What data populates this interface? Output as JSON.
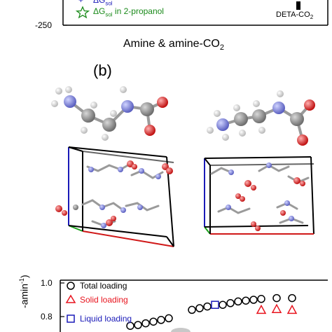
{
  "top_panel": {
    "ytick_bottom": "-250",
    "legend_partial_label": "ΔG",
    "legend_partial_sub": "sol",
    "legend_label_prefix": "ΔG",
    "legend_label_sub": "sol",
    "legend_label_suffix": " in 2-propanol",
    "bar_label_main": "DETA-CO",
    "bar_label_sub": "2",
    "xlabel_main": "Amine & amine-CO",
    "xlabel_sub": "2"
  },
  "middle_panel": {
    "panel_label": "(b)"
  },
  "bottom_panel": {
    "ylabel_visible": "-amin",
    "ylabel_sup": "-1",
    "ylabel_close": ")",
    "ytick_1": "1.0",
    "ytick_2": "0.8",
    "legend": [
      {
        "label": "Total loading",
        "color": "#000000",
        "marker": "circle"
      },
      {
        "label": "Solid loading",
        "color": "#e8141e",
        "marker": "triangle"
      },
      {
        "label": "Liquid loading",
        "color": "#1a1ab8",
        "marker": "square"
      }
    ]
  },
  "chart_data": {
    "type": "scatter",
    "ylim": [
      0.72,
      1.0
    ],
    "series": [
      {
        "name": "Total loading",
        "values": [
          [
            0.15,
            0.745
          ],
          [
            0.2,
            0.75
          ],
          [
            0.25,
            0.76
          ],
          [
            0.3,
            0.77
          ],
          [
            0.35,
            0.78
          ],
          [
            0.4,
            0.79
          ],
          [
            0.55,
            0.84
          ],
          [
            0.6,
            0.85
          ],
          [
            0.65,
            0.86
          ],
          [
            0.75,
            0.87
          ],
          [
            0.8,
            0.88
          ],
          [
            0.85,
            0.89
          ],
          [
            0.9,
            0.895
          ],
          [
            0.95,
            0.9
          ],
          [
            1.0,
            0.905
          ],
          [
            1.1,
            0.91
          ],
          [
            1.2,
            0.91
          ]
        ]
      },
      {
        "name": "Solid loading",
        "values": [
          [
            1.0,
            0.84
          ],
          [
            1.1,
            0.845
          ],
          [
            1.2,
            0.84
          ]
        ]
      },
      {
        "name": "Liquid loading",
        "values": [
          [
            0.7,
            0.87
          ]
        ]
      }
    ]
  }
}
